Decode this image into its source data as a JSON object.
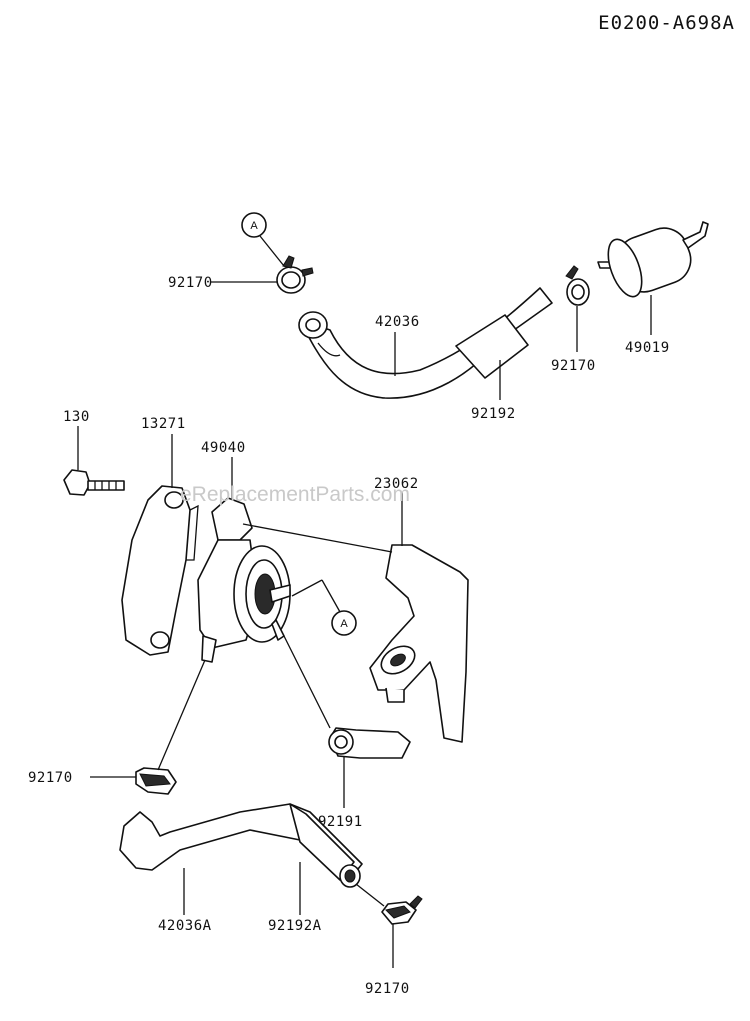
{
  "diagram_code": "E0200-A698A",
  "watermark": "eReplacementParts.com",
  "reference_marks": [
    "A",
    "A"
  ],
  "parts": [
    {
      "id": "clamp-top-left",
      "label": "92170"
    },
    {
      "id": "hose-upper",
      "label": "42036"
    },
    {
      "id": "clamp-top-right",
      "label": "92170"
    },
    {
      "id": "fuel-filter",
      "label": "49019"
    },
    {
      "id": "protector-upper",
      "label": "92192"
    },
    {
      "id": "bolt",
      "label": "130"
    },
    {
      "id": "cover",
      "label": "13271"
    },
    {
      "id": "fuel-pump",
      "label": "49040"
    },
    {
      "id": "bracket",
      "label": "23062"
    },
    {
      "id": "clamp-lower-left",
      "label": "92170"
    },
    {
      "id": "hose-short",
      "label": "92191"
    },
    {
      "id": "hose-lower",
      "label": "42036A"
    },
    {
      "id": "protector-lower",
      "label": "92192A"
    },
    {
      "id": "clamp-bottom",
      "label": "92170"
    }
  ]
}
